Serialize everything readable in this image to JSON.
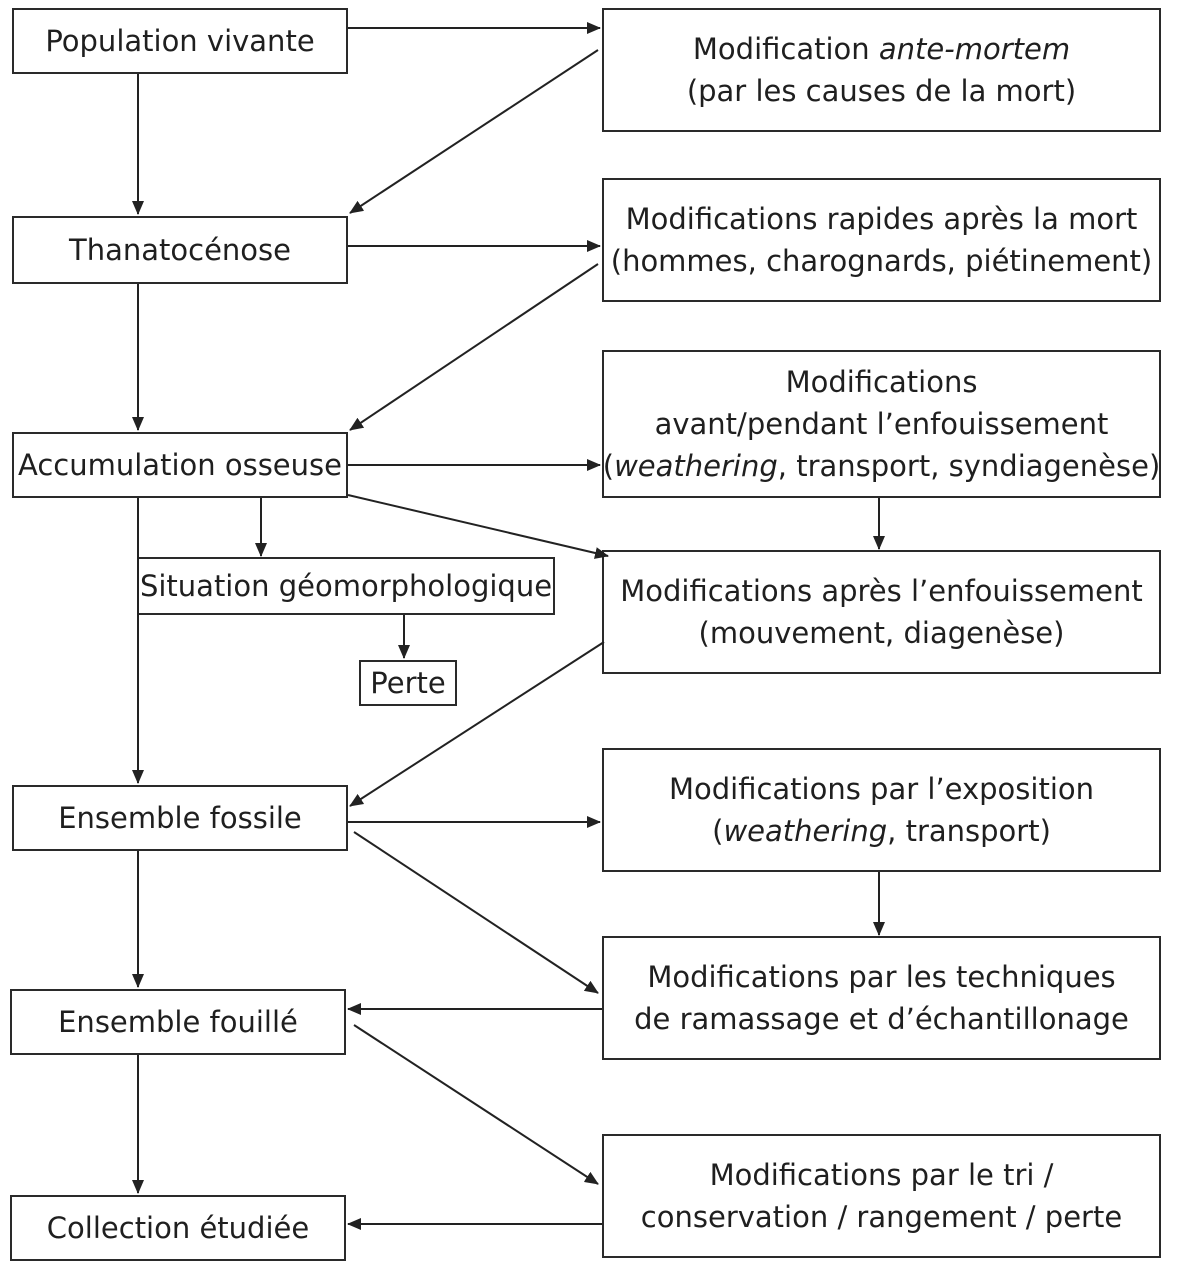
{
  "left": {
    "population": "Population vivante",
    "thanatocenose": "Thanatocénose",
    "accumulation": "Accumulation osseuse",
    "situation": "Situation géomorphologique",
    "perte": "Perte",
    "ensemble_fossile": "Ensemble fossile",
    "ensemble_fouille": "Ensemble fouillé",
    "collection": "Collection étudiée"
  },
  "right": {
    "ante_mortem": {
      "line1_prefix": "Modification ",
      "line1_italic": "ante-mortem",
      "line2": "(par les causes de la mort)"
    },
    "rapides": {
      "line1": "Modifications rapides après la mort",
      "line2": "(hommes, charognards, piétinement)"
    },
    "avant_pendant": {
      "line1": "Modifications",
      "line2": "avant/pendant l’enfouissement",
      "line3_open": "(",
      "line3_italic": "weathering",
      "line3_rest": ", transport, syndiagenèse)"
    },
    "apres_enfouissement": {
      "line1": "Modifications après l’enfouissement",
      "line2": "(mouvement, diagenèse)"
    },
    "exposition": {
      "line1": "Modifications par l’exposition",
      "line2_open": "(",
      "line2_italic": "weathering",
      "line2_rest": ", transport)"
    },
    "techniques": {
      "line1": "Modifications par les techniques",
      "line2": "de ramassage et d’échantillonage"
    },
    "tri": {
      "line1": "Modifications par le tri /",
      "line2": "conservation / rangement / perte"
    }
  }
}
